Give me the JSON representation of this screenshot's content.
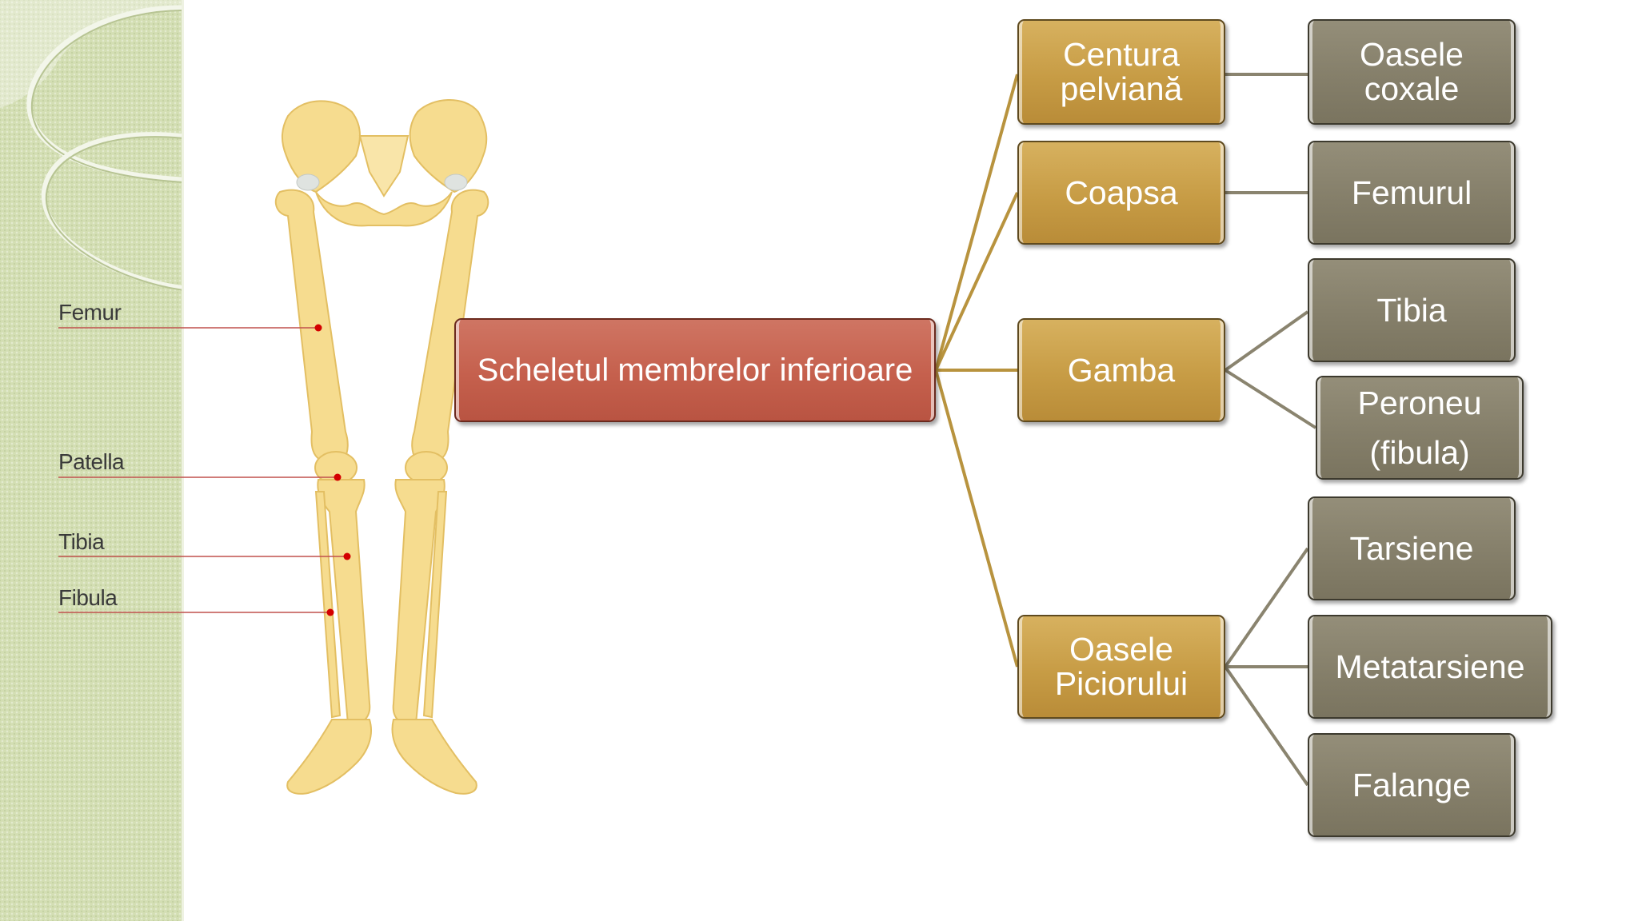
{
  "bone_labels": {
    "femur": "Femur",
    "patella": "Patella",
    "tibia": "Tibia",
    "fibula": "Fibula"
  },
  "diagram": {
    "root": "Scheletul membrelor inferioare",
    "centura": "Centura pelviană",
    "coapsa": "Coapsa",
    "gamba": "Gamba",
    "picior": "Oasele Piciorului",
    "oasele_coxale": "Oasele coxale",
    "femurul": "Femurul",
    "tibia": "Tibia",
    "peroneu": "Peroneu (fibula)",
    "tarsiene": "Tarsiene",
    "metatarsiene": "Metatarsiene",
    "falange": "Falange"
  },
  "colors": {
    "root_box": "#c5604d",
    "level1_box": "#c79c45",
    "level2_box": "#857f6a",
    "sidebar": "#d3deb3",
    "bone": "#f6dc8f",
    "pointer_line": "#c0504d"
  }
}
